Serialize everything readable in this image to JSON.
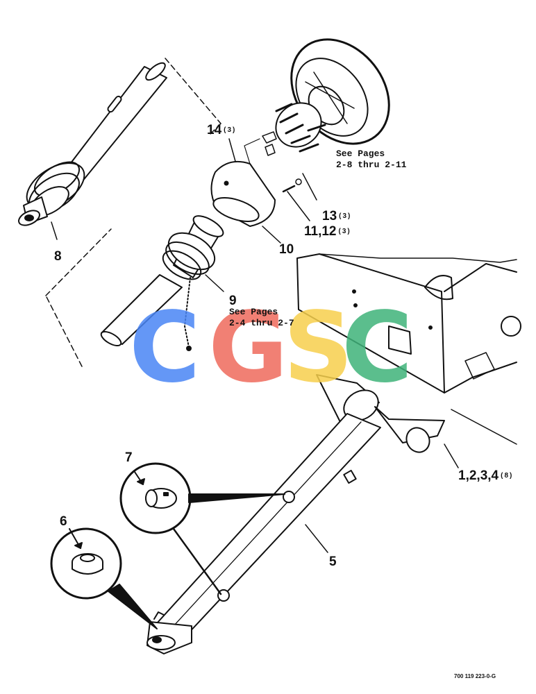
{
  "labels": {
    "p14": "14",
    "p14_qty": "(3)",
    "p8": "8",
    "p13": "13",
    "p13_qty": "(3)",
    "p1112": "11,12",
    "p1112_qty": "(3)",
    "p10": "10",
    "p9": "9",
    "p1234": "1,2,3,4",
    "p1234_qty": "(8)",
    "p7": "7",
    "p6": "6",
    "p5": "5"
  },
  "refs": {
    "ref1_line1": "See Pages",
    "ref1_line2": "2-8 thru 2-11",
    "ref2_line1": "See Pages",
    "ref2_line2": "2-4 thru 2-7"
  },
  "drawing_number": "700 119 223-0-G",
  "watermark": {
    "letters": [
      "C",
      "G",
      "S",
      "C"
    ],
    "colors": [
      "#4a86f5",
      "#ef6a5c",
      "#f7d04d",
      "#3fb37a"
    ]
  }
}
